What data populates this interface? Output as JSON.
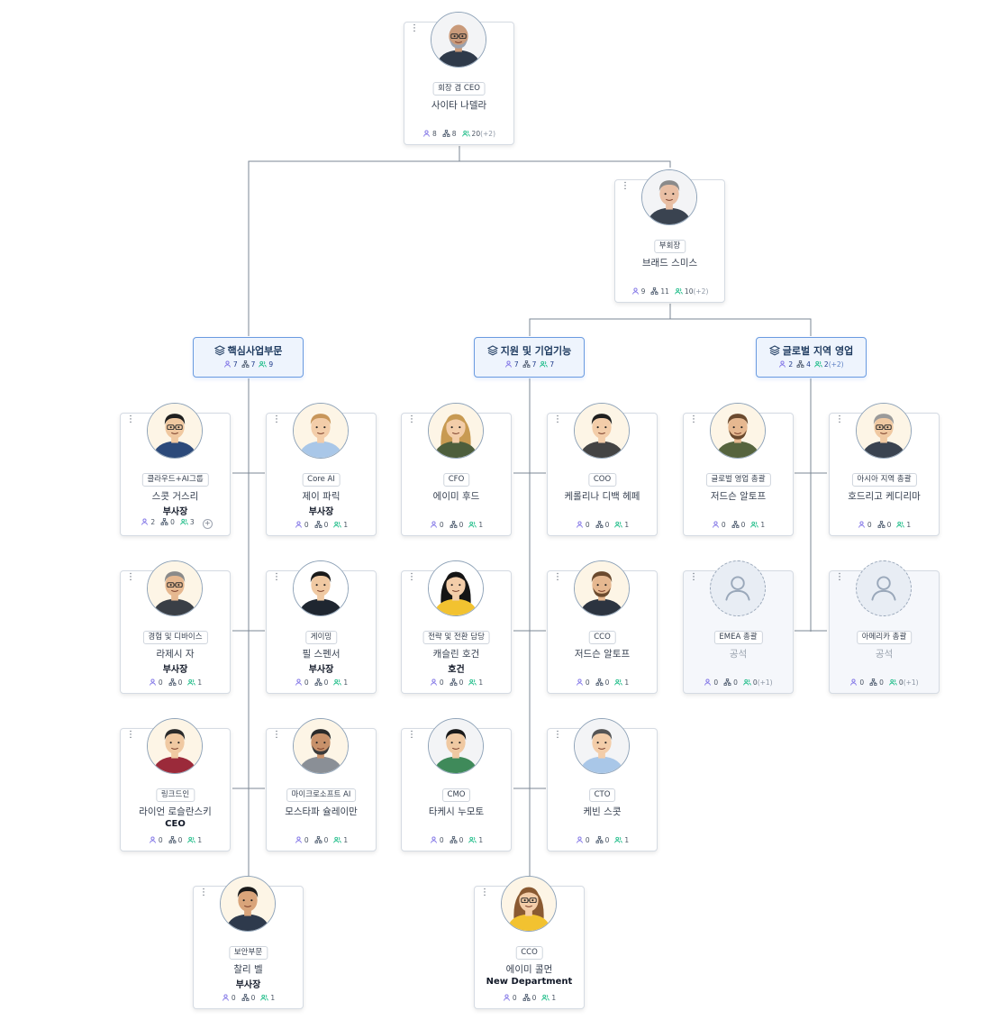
{
  "colors": {
    "line": "#7b8794",
    "dept_border": "#6a9be0",
    "dept_bg": "#eef4fd",
    "people_icon": "#7c6fe6",
    "org_icon": "#475569",
    "team_icon": "#10b981"
  },
  "departments": [
    {
      "id": "core",
      "name": "핵심사업부문",
      "s1": "7",
      "s2": "7",
      "s3": "9",
      "s3x": ""
    },
    {
      "id": "support",
      "name": "지원 및 기업기능",
      "s1": "7",
      "s2": "7",
      "s3": "7",
      "s3x": ""
    },
    {
      "id": "global",
      "name": "글로벌 지역 영업",
      "s1": "2",
      "s2": "4",
      "s3": "2",
      "s3x": "(+2)"
    }
  ],
  "people": [
    {
      "id": "p0",
      "badge": "회장 겸 CEO",
      "name": "사이타 나델라",
      "title": "",
      "s1": "8",
      "s2": "8",
      "s3": "20",
      "s3x": "(+2)",
      "avatar": "bald-glasses",
      "vacant": false,
      "plus": false
    },
    {
      "id": "p1",
      "badge": "부회장",
      "name": "브래드 스미스",
      "title": "",
      "s1": "9",
      "s2": "11",
      "s3": "10",
      "s3x": "(+2)",
      "avatar": "suit-gray",
      "vacant": false,
      "plus": false
    },
    {
      "id": "p2",
      "badge": "클라우드+AI그룹",
      "name": "스콧 거스리",
      "title": "부사장",
      "s1": "2",
      "s2": "0",
      "s3": "3",
      "s3x": "",
      "avatar": "man-glasses",
      "vacant": false,
      "plus": true
    },
    {
      "id": "p3",
      "badge": "Core AI",
      "name": "제이 파릭",
      "title": "부사장",
      "s1": "0",
      "s2": "0",
      "s3": "1",
      "s3x": "",
      "avatar": "man-light",
      "vacant": false,
      "plus": false
    },
    {
      "id": "p4",
      "badge": "경험 및 디바이스",
      "name": "라제시 자",
      "title": "부사장",
      "s1": "0",
      "s2": "0",
      "s3": "1",
      "s3x": "",
      "avatar": "man-gray-glasses",
      "vacant": false,
      "plus": false
    },
    {
      "id": "p5",
      "badge": "게이밍",
      "name": "필 스펜서",
      "title": "부사장",
      "s1": "0",
      "s2": "0",
      "s3": "1",
      "s3x": "",
      "avatar": "man-dark",
      "vacant": false,
      "plus": false
    },
    {
      "id": "p6",
      "badge": "링크드인",
      "name": "라이언 로슬란스키",
      "title": "CEO",
      "s1": "0",
      "s2": "0",
      "s3": "1",
      "s3x": "",
      "avatar": "man-red",
      "vacant": false,
      "plus": false
    },
    {
      "id": "p7",
      "badge": "마이크로소프트 AI",
      "name": "모스타파 슐레이만",
      "title": "",
      "s1": "0",
      "s2": "0",
      "s3": "1",
      "s3x": "",
      "avatar": "man-beard-suit",
      "vacant": false,
      "plus": false
    },
    {
      "id": "p8",
      "badge": "보안부문",
      "name": "찰리 벨",
      "title": "부사장",
      "s1": "0",
      "s2": "0",
      "s3": "1",
      "s3x": "",
      "avatar": "man-navy",
      "vacant": false,
      "plus": false
    },
    {
      "id": "p9",
      "badge": "CFO",
      "name": "에이미 후드",
      "title": "",
      "s1": "0",
      "s2": "0",
      "s3": "1",
      "s3x": "",
      "avatar": "woman-blonde",
      "vacant": false,
      "plus": false
    },
    {
      "id": "p10",
      "badge": "COO",
      "name": "케롤리나 디백 헤페",
      "title": "",
      "s1": "0",
      "s2": "0",
      "s3": "1",
      "s3x": "",
      "avatar": "woman-dark",
      "vacant": false,
      "plus": false
    },
    {
      "id": "p11",
      "badge": "전략 및 전환 담당",
      "name": "캐슬린 호건",
      "title": "호건",
      "s1": "0",
      "s2": "0",
      "s3": "1",
      "s3x": "",
      "avatar": "woman-yellow",
      "vacant": false,
      "plus": false
    },
    {
      "id": "p12",
      "badge": "CCO",
      "name": "저드슨 알토프",
      "title": "",
      "s1": "0",
      "s2": "0",
      "s3": "1",
      "s3x": "",
      "avatar": "man-beard",
      "vacant": false,
      "plus": false
    },
    {
      "id": "p13",
      "badge": "CMO",
      "name": "타케시 누모토",
      "title": "",
      "s1": "0",
      "s2": "0",
      "s3": "1",
      "s3x": "",
      "avatar": "man-green",
      "vacant": false,
      "plus": false
    },
    {
      "id": "p14",
      "badge": "CTO",
      "name": "케빈 스콧",
      "title": "",
      "s1": "0",
      "s2": "0",
      "s3": "1",
      "s3x": "",
      "avatar": "man-light2",
      "vacant": false,
      "plus": false
    },
    {
      "id": "p15",
      "badge": "CCO",
      "name": "에이미 콜먼",
      "title": "New Department",
      "s1": "0",
      "s2": "0",
      "s3": "1",
      "s3x": "",
      "avatar": "woman-glasses",
      "vacant": false,
      "plus": false
    },
    {
      "id": "p16",
      "badge": "글로벌 영업 총괄",
      "name": "저드슨 알토프",
      "title": "",
      "s1": "0",
      "s2": "0",
      "s3": "1",
      "s3x": "",
      "avatar": "man-beard2",
      "vacant": false,
      "plus": false
    },
    {
      "id": "p17",
      "badge": "아시아 지역 총괄",
      "name": "호드리고 케디리마",
      "title": "",
      "s1": "0",
      "s2": "0",
      "s3": "1",
      "s3x": "",
      "avatar": "man-old-glasses",
      "vacant": false,
      "plus": false
    },
    {
      "id": "p18",
      "badge": "EMEA 총괄",
      "name": "공석",
      "title": "",
      "s1": "0",
      "s2": "0",
      "s3": "0",
      "s3x": "(+1)",
      "avatar": "placeholder",
      "vacant": true,
      "plus": false
    },
    {
      "id": "p19",
      "badge": "아메리카 총괄",
      "name": "공석",
      "title": "",
      "s1": "0",
      "s2": "0",
      "s3": "0",
      "s3x": "(+1)",
      "avatar": "placeholder",
      "vacant": true,
      "plus": false
    }
  ]
}
